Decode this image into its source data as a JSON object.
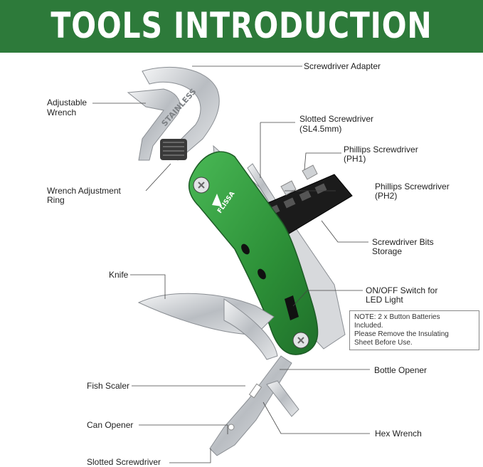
{
  "title": "TOOLS INTRODUCTION",
  "brand_logo_text": "FLISSA",
  "wrench_engraving": "STAINLESS",
  "labels": {
    "screwdriver_adapter": "Screwdriver Adapter",
    "adjustable_wrench_1": "Adjustable",
    "adjustable_wrench_2": "Wrench",
    "slotted_screwdriver_top_1": "Slotted Screwdriver",
    "slotted_screwdriver_top_2": "(SL4.5mm)",
    "phillips_ph1_1": "Phillips Screwdriver",
    "phillips_ph1_2": "(PH1)",
    "phillips_ph2_1": "Phillips Screwdriver",
    "phillips_ph2_2": "(PH2)",
    "wrench_ring_1": "Wrench Adjustment",
    "wrench_ring_2": "Ring",
    "bits_storage_1": "Screwdriver Bits",
    "bits_storage_2": "Storage",
    "knife": "Knife",
    "switch_1": "ON/OFF Switch for",
    "switch_2": "LED Light",
    "bottle_opener": "Bottle Opener",
    "fish_scaler": "Fish Scaler",
    "can_opener": "Can Opener",
    "hex_wrench": "Hex Wrench",
    "slotted_screwdriver_bottom": "Slotted Screwdriver"
  },
  "note": {
    "line1": "NOTE: 2 x Button Batteries",
    "line2": "Included.",
    "line3": "Please Remove the Insulating",
    "line4": "Sheet Before Use."
  },
  "colors": {
    "banner": "#2d7a3a",
    "handle_green": "#2f9a3c",
    "steel": "#c9ccd0",
    "bit_holder": "#1a1a1a"
  }
}
